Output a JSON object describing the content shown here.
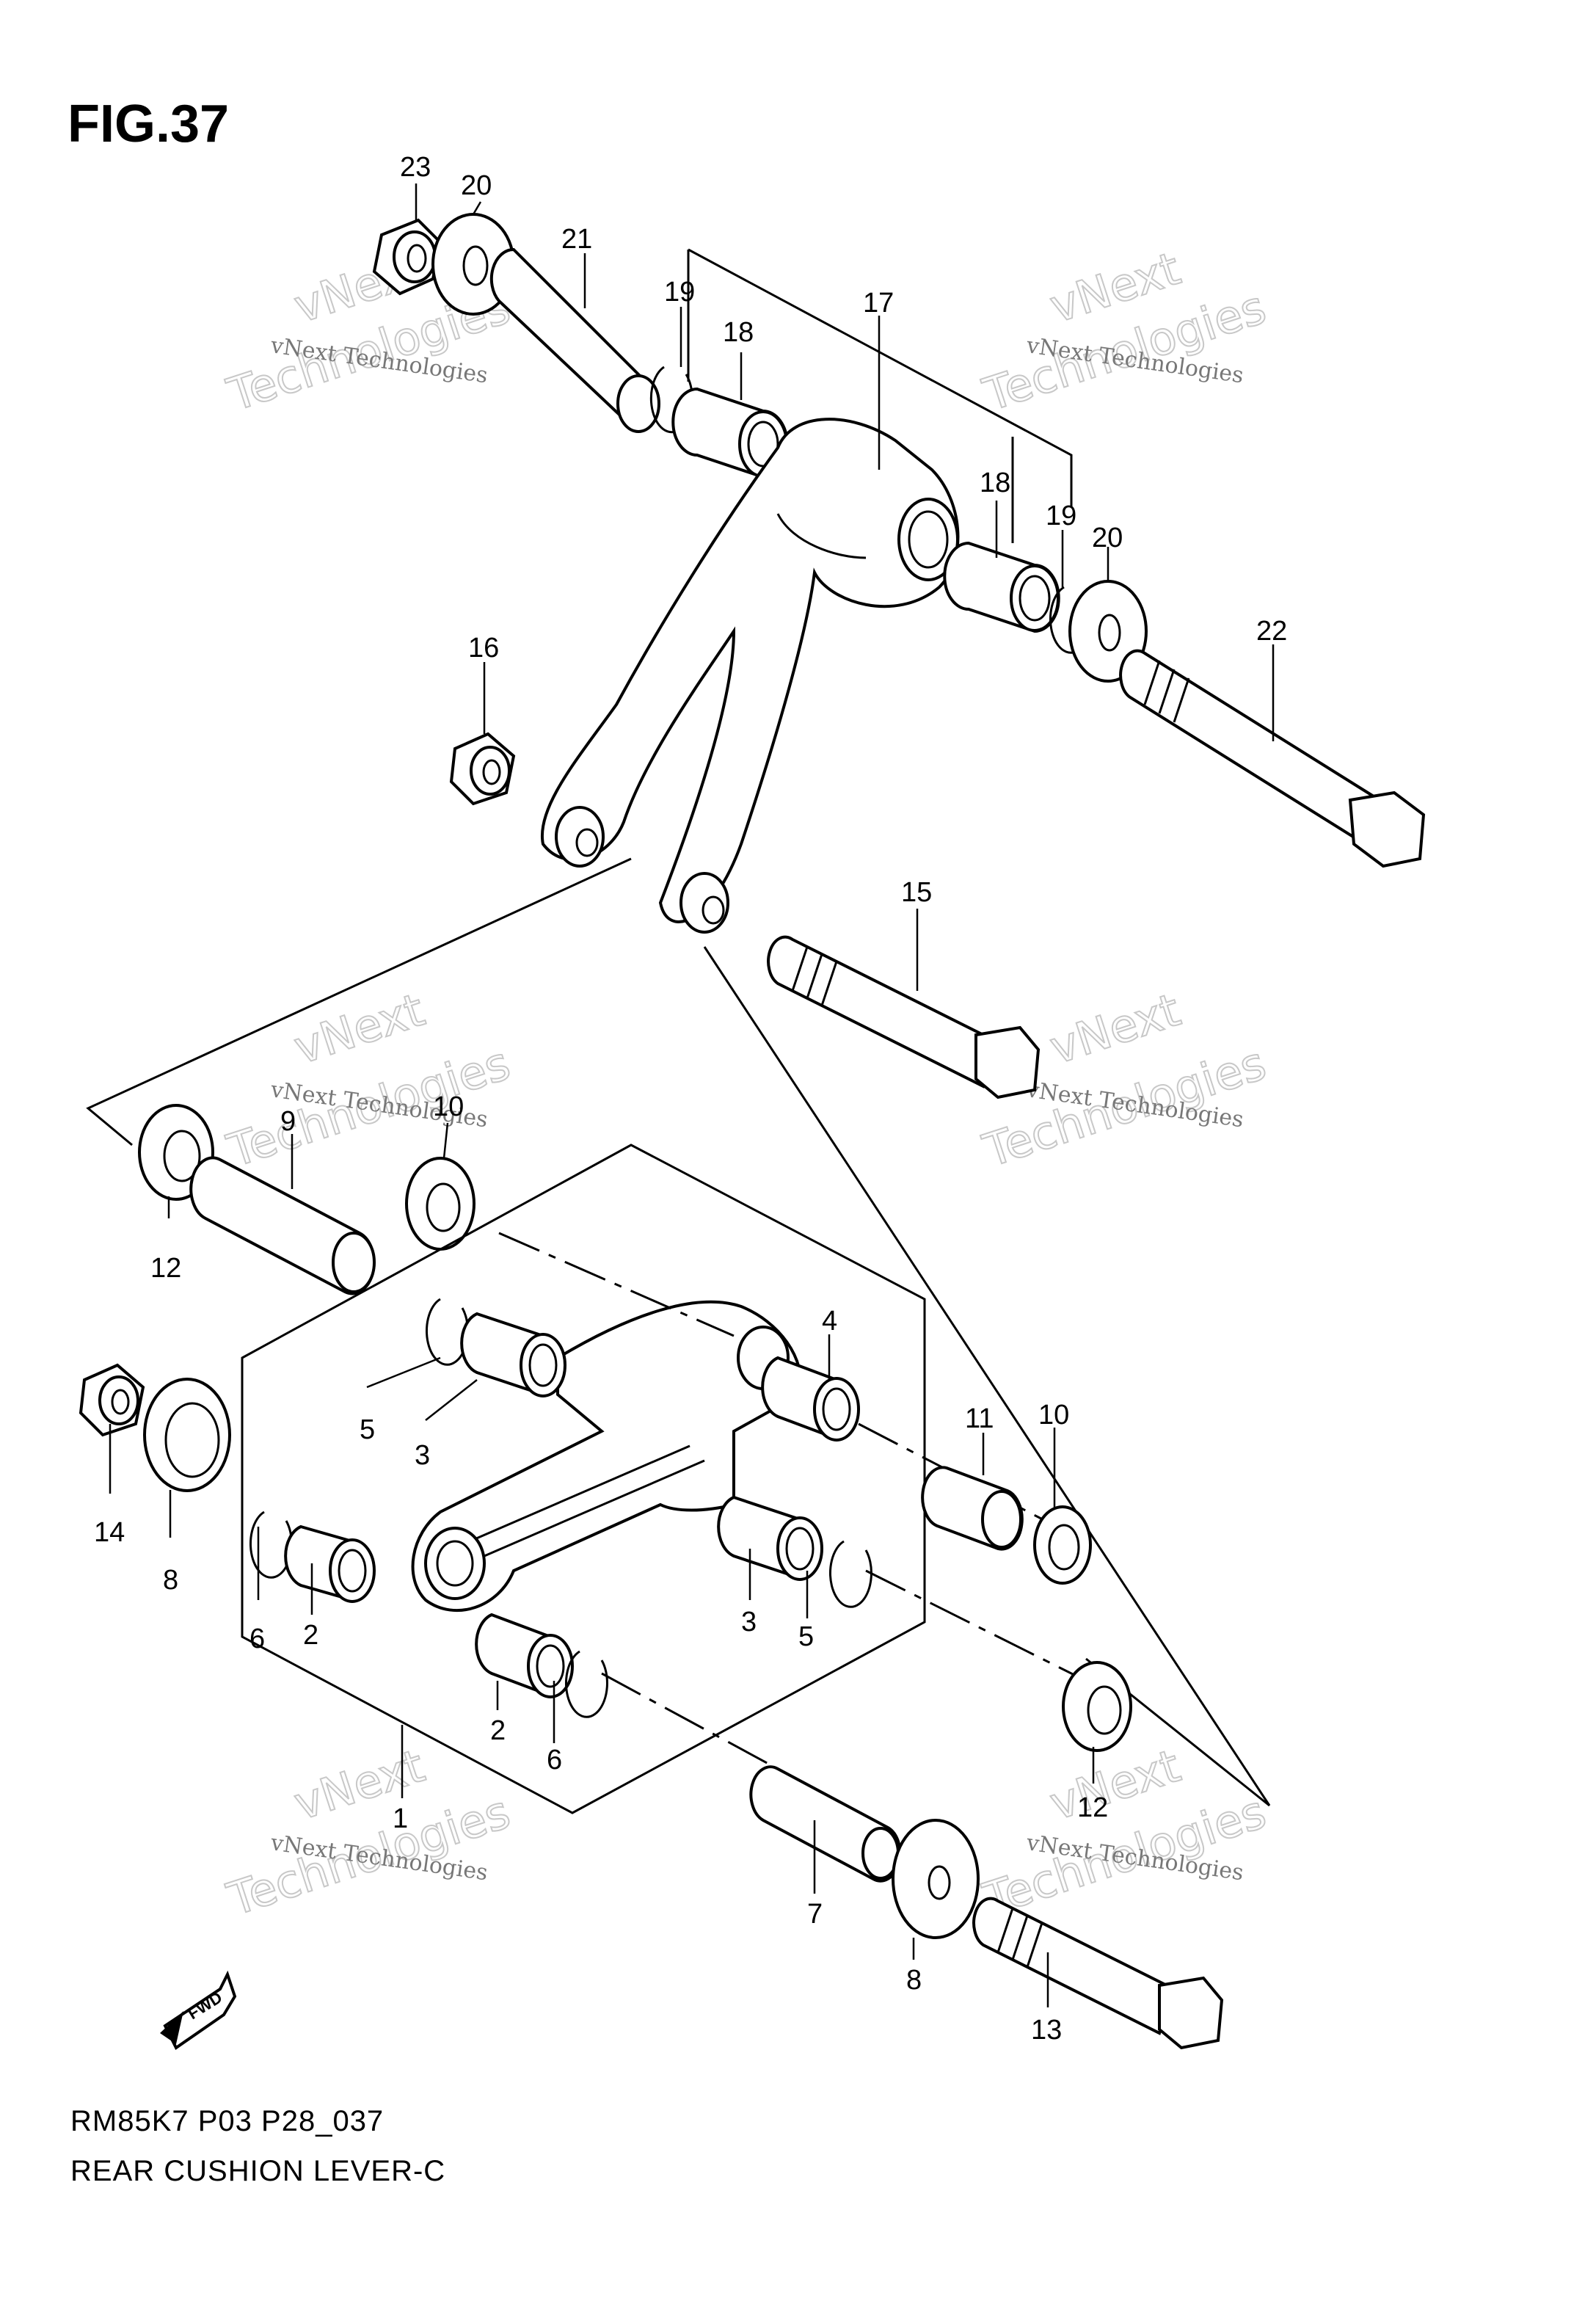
{
  "figure": {
    "title": "FIG.37",
    "model_code": "RM85K7 P03 P28_037",
    "caption": "REAR CUSHION LEVER-C"
  },
  "watermark": {
    "line1": "vNext Technologies",
    "line2": "Technologies",
    "line3": "vNext"
  },
  "fwd_label": "FWD",
  "callouts": [
    {
      "id": "c23",
      "text": "23"
    },
    {
      "id": "c20a",
      "text": "20"
    },
    {
      "id": "c21",
      "text": "21"
    },
    {
      "id": "c19a",
      "text": "19"
    },
    {
      "id": "c18a",
      "text": "18"
    },
    {
      "id": "c17",
      "text": "17"
    },
    {
      "id": "c18b",
      "text": "18"
    },
    {
      "id": "c19b",
      "text": "19"
    },
    {
      "id": "c20b",
      "text": "20"
    },
    {
      "id": "c22",
      "text": "22"
    },
    {
      "id": "c16",
      "text": "16"
    },
    {
      "id": "c15",
      "text": "15"
    },
    {
      "id": "c10a",
      "text": "10"
    },
    {
      "id": "c9",
      "text": "9"
    },
    {
      "id": "c12a",
      "text": "12"
    },
    {
      "id": "c4",
      "text": "4"
    },
    {
      "id": "c5a",
      "text": "5"
    },
    {
      "id": "c3a",
      "text": "3"
    },
    {
      "id": "c14",
      "text": "14"
    },
    {
      "id": "c8a",
      "text": "8"
    },
    {
      "id": "c6a",
      "text": "6"
    },
    {
      "id": "c2a",
      "text": "2"
    },
    {
      "id": "c11",
      "text": "11"
    },
    {
      "id": "c10b",
      "text": "10"
    },
    {
      "id": "c3b",
      "text": "3"
    },
    {
      "id": "c5b",
      "text": "5"
    },
    {
      "id": "c2b",
      "text": "2"
    },
    {
      "id": "c6b",
      "text": "6"
    },
    {
      "id": "c1",
      "text": "1"
    },
    {
      "id": "c12b",
      "text": "12"
    },
    {
      "id": "c7",
      "text": "7"
    },
    {
      "id": "c8b",
      "text": "8"
    },
    {
      "id": "c13",
      "text": "13"
    }
  ]
}
